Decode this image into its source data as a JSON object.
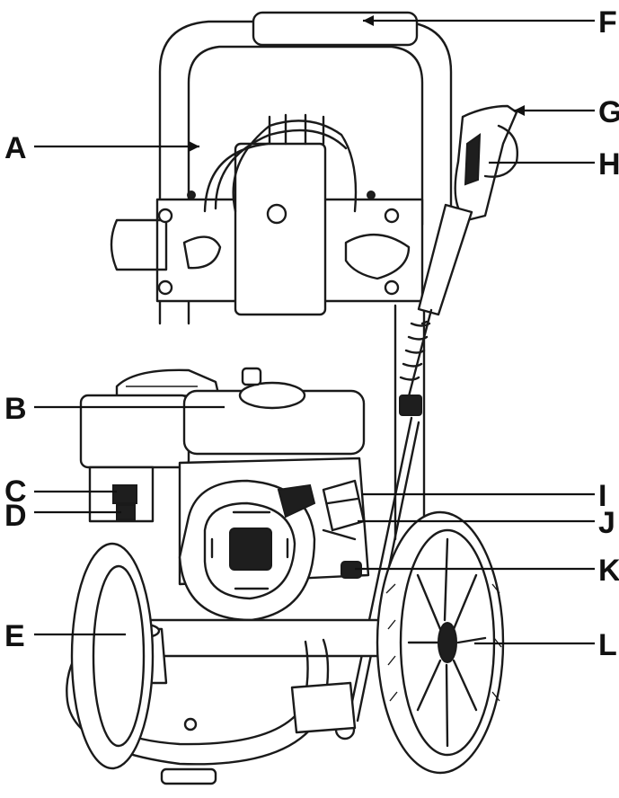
{
  "callouts": [
    {
      "id": "F",
      "label": "F"
    },
    {
      "id": "A",
      "label": "A"
    },
    {
      "id": "G",
      "label": "G"
    },
    {
      "id": "H",
      "label": "H"
    },
    {
      "id": "B",
      "label": "B"
    },
    {
      "id": "C",
      "label": "C"
    },
    {
      "id": "D",
      "label": "D"
    },
    {
      "id": "I",
      "label": "I"
    },
    {
      "id": "J",
      "label": "J"
    },
    {
      "id": "K",
      "label": "K"
    },
    {
      "id": "E",
      "label": "E"
    },
    {
      "id": "L",
      "label": "L"
    }
  ],
  "colors": {
    "ink": "#1a1a1a",
    "background": "#ffffff"
  }
}
